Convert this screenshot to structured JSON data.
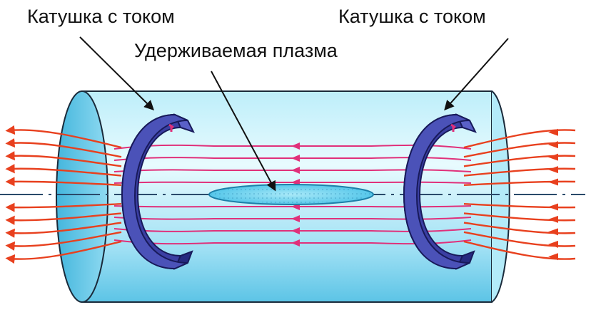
{
  "labels": {
    "coil_left": "Катушка с током",
    "coil_right": "Катушка с током",
    "plasma": "Удерживаемая плазма"
  },
  "colors": {
    "cylinder_light": "#d9f6fd",
    "cylinder_mid": "#7fd8f2",
    "cylinder_dark": "#38b2dc",
    "coil_face": "#4b52b8",
    "coil_dark": "#1f2170",
    "coil_marker": "#e0307a",
    "inner_field_lines": "#e0307a",
    "outer_field_lines": "#e8401e",
    "plasma_fill": "#6dd3ef",
    "plasma_stroke": "#1d7fa8",
    "axis": "#2a4a6a",
    "text": "#111111"
  },
  "icons": {
    "coil": "c-shaped-ring-coil",
    "arrowhead": "triangular-arrowhead"
  }
}
